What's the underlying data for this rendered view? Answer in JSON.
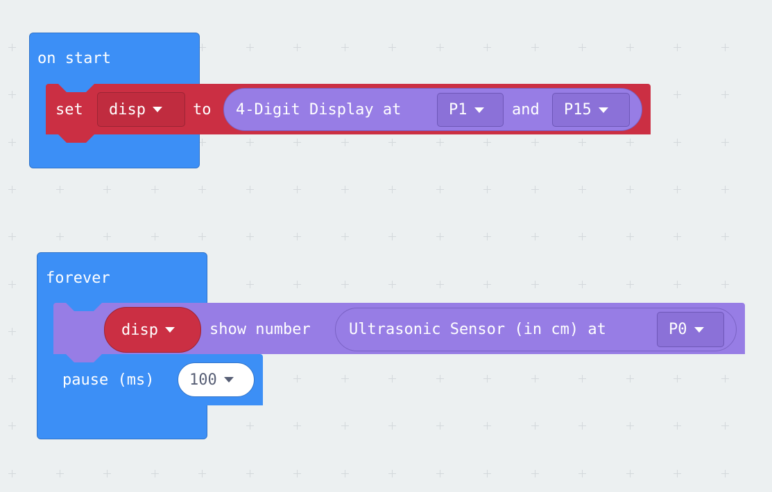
{
  "colors": {
    "background": "#ecf0f1",
    "loops_blue": "#3c8ff6",
    "variables_red": "#cb2f43",
    "extension_purple": "#977de5"
  },
  "on_start": {
    "label": "on start",
    "set_block": {
      "set": "set",
      "variable": "disp",
      "to": "to",
      "reporter": {
        "label": "4-Digit Display at",
        "pin1": "P1",
        "and": "and",
        "pin2": "P15"
      }
    }
  },
  "forever": {
    "label": "forever",
    "show_block": {
      "variable": "disp",
      "show_number": "show number",
      "reporter": {
        "label": "Ultrasonic Sensor (in cm) at",
        "pin": "P0"
      }
    },
    "pause_block": {
      "label": "pause (ms)",
      "value": "100"
    }
  }
}
